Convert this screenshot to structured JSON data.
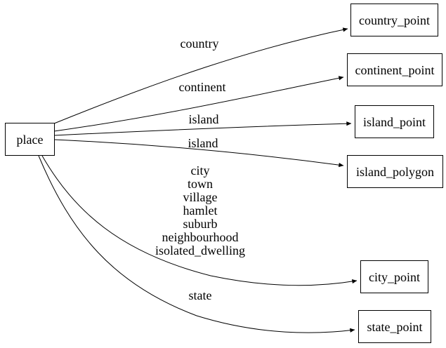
{
  "diagram": {
    "type": "directed-graph",
    "background_color": "#ffffff",
    "line_color": "#000000",
    "node_fill_color": "#ffffff",
    "nodes": [
      {
        "id": "place",
        "label": "place"
      },
      {
        "id": "country_point",
        "label": "country_point"
      },
      {
        "id": "continent_point",
        "label": "continent_point"
      },
      {
        "id": "island_point",
        "label": "island_point"
      },
      {
        "id": "island_polygon",
        "label": "island_polygon"
      },
      {
        "id": "city_point",
        "label": "city_point"
      },
      {
        "id": "state_point",
        "label": "state_point"
      }
    ],
    "edges": [
      {
        "from": "place",
        "to": "country_point",
        "label": "country"
      },
      {
        "from": "place",
        "to": "continent_point",
        "label": "continent"
      },
      {
        "from": "place",
        "to": "island_point",
        "label": "island"
      },
      {
        "from": "place",
        "to": "island_polygon",
        "label": "island"
      },
      {
        "from": "place",
        "to": "city_point",
        "label_lines": [
          "city",
          "town",
          "village",
          "hamlet",
          "suburb",
          "neighbourhood",
          "isolated_dwelling"
        ]
      },
      {
        "from": "place",
        "to": "state_point",
        "label": "state"
      }
    ]
  }
}
